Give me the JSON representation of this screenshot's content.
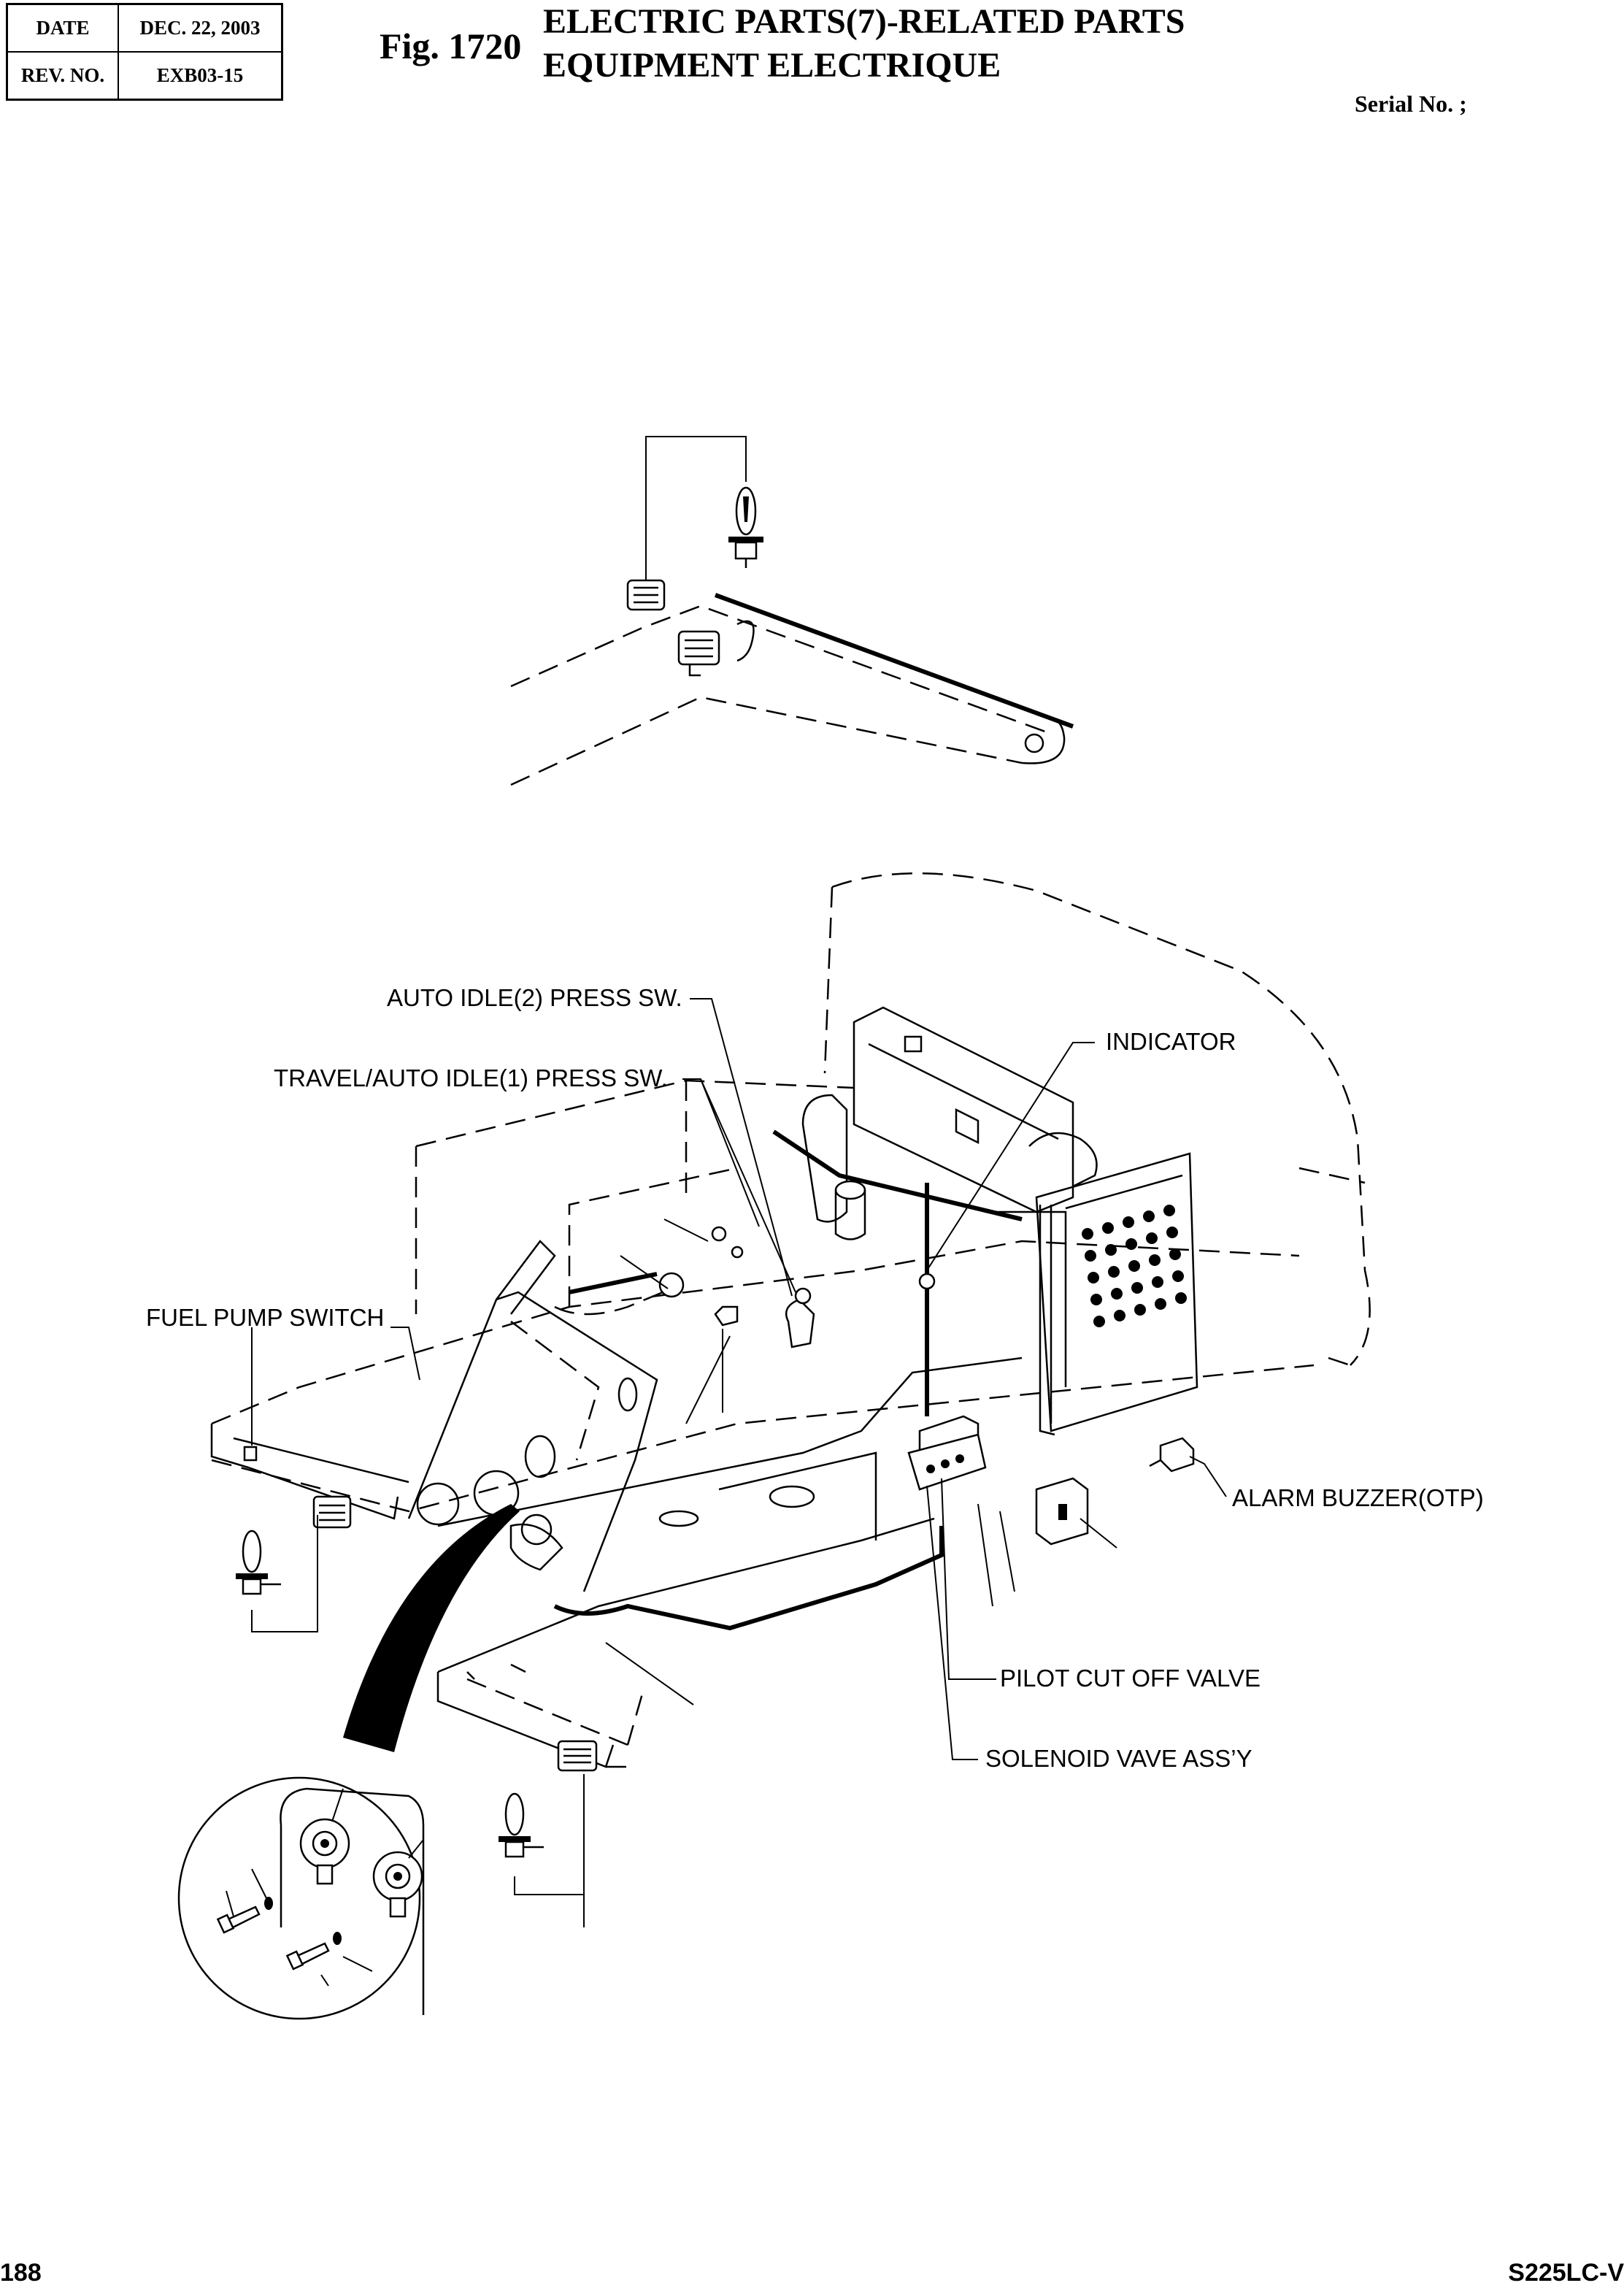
{
  "header": {
    "date_label": "DATE",
    "date_value": "DEC. 22, 2003",
    "rev_label": "REV. NO.",
    "rev_value": "EXB03-15",
    "fig_number": "Fig. 1720",
    "title_line_1": "ELECTRIC PARTS(7)-RELATED PARTS",
    "title_line_2": "EQUIPMENT ELECTRIQUE",
    "serial_label": "Serial No. ;"
  },
  "callouts": {
    "auto_idle_2": "AUTO IDLE(2) PRESS SW.",
    "travel_auto_idle_1": "TRAVEL/AUTO IDLE(1) PRESS SW.",
    "indicator": "INDICATOR",
    "fuel_pump_switch": "FUEL PUMP SWITCH",
    "alarm_buzzer": "ALARM BUZZER(OTP)",
    "pilot_cut_off_valve": "PILOT CUT OFF VALVE",
    "solenoid_valve_assy": "SOLENOID VAVE ASS’Y"
  },
  "footer": {
    "page_number": "188",
    "model_code": "S225LC-V"
  }
}
